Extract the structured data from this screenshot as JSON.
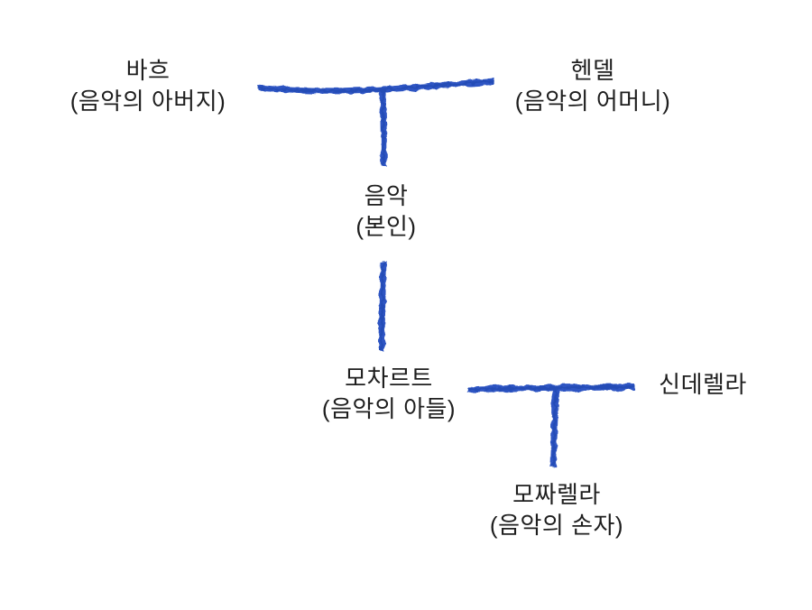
{
  "diagram": {
    "type": "family-tree",
    "background_color": "#ffffff",
    "line_color": "#2e55c3",
    "line_shade_color": "#1f45ab",
    "text_color": "#1e1e1e",
    "nodes": [
      {
        "id": "bach",
        "name": "바흐",
        "subtitle": "(음악의 아버지)"
      },
      {
        "id": "handel",
        "name": "헨델",
        "subtitle": "(음악의 어머니)"
      },
      {
        "id": "music",
        "name": "음악",
        "subtitle": "(본인)"
      },
      {
        "id": "mozart",
        "name": "모차르트",
        "subtitle": "(음악의 아들)"
      },
      {
        "id": "cinderella",
        "name": "신데렐라",
        "subtitle": ""
      },
      {
        "id": "mozzarella",
        "name": "모짜렐라",
        "subtitle": "(음악의 손자)"
      }
    ],
    "edges": [
      {
        "type": "marriage-bar",
        "between": [
          "바흐",
          "헨델"
        ]
      },
      {
        "type": "descent",
        "from": "바흐+헨델",
        "to": "음악"
      },
      {
        "type": "descent",
        "from": "음악",
        "to": "모차르트"
      },
      {
        "type": "marriage-bar",
        "between": [
          "모차르트",
          "신데렐라"
        ]
      },
      {
        "type": "descent",
        "from": "모차르트+신데렐라",
        "to": "모짜렐라"
      }
    ]
  }
}
